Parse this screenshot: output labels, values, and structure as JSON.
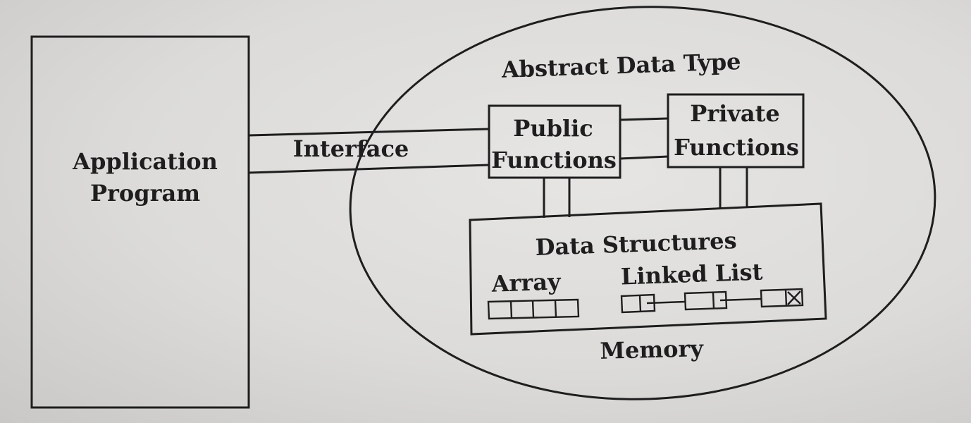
{
  "diagram": {
    "application_program": {
      "line1": "Application",
      "line2": "Program"
    },
    "interface_label": "Interface",
    "adt_title": "Abstract Data Type",
    "public_functions": {
      "line1": "Public",
      "line2": "Functions"
    },
    "private_functions": {
      "line1": "Private",
      "line2": "Functions"
    },
    "data_structures": {
      "title": "Data Structures",
      "array_label": "Array",
      "linked_list_label": "Linked List"
    },
    "memory_label": "Memory"
  }
}
